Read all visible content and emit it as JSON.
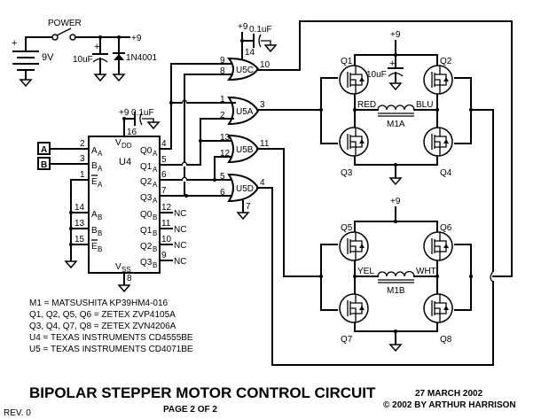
{
  "title": "BIPOLAR STEPPER MOTOR CONTROL CIRCUIT",
  "page": "PAGE 2 OF 2",
  "revision": "REV. 0",
  "date": "27 MARCH 2002",
  "copyright": "© 2002 BY ARTHUR HARRISON",
  "power": {
    "switch_label": "POWER",
    "battery_label": "9V",
    "battery_polarity": "+",
    "rail_label": "+9",
    "cap_label": "10uF",
    "cap_polarity": "+",
    "diode_label": "1N4001"
  },
  "inputs": {
    "a": "A",
    "b": "B"
  },
  "u4": {
    "name": "U4",
    "vdd": "V",
    "vdd_sub": "DD",
    "vss": "V",
    "vss_sub": "SS",
    "vdd_pin": "16",
    "vss_pin": "8",
    "decouple_rail": "+9",
    "decouple_cap": "0.1uF",
    "left_pins": [
      {
        "num": "2",
        "name": "A",
        "sub": "A",
        "bar": false
      },
      {
        "num": "3",
        "name": "B",
        "sub": "A",
        "bar": false
      },
      {
        "num": "1",
        "name": "E",
        "sub": "A",
        "bar": true
      },
      {
        "num": "14",
        "name": "A",
        "sub": "B",
        "bar": false
      },
      {
        "num": "13",
        "name": "B",
        "sub": "B",
        "bar": false
      },
      {
        "num": "15",
        "name": "E",
        "sub": "B",
        "bar": true
      }
    ],
    "right_pins": [
      {
        "num": "4",
        "name": "Q0",
        "sub": "A",
        "nc": ""
      },
      {
        "num": "5",
        "name": "Q1",
        "sub": "A",
        "nc": ""
      },
      {
        "num": "6",
        "name": "Q2",
        "sub": "A",
        "nc": ""
      },
      {
        "num": "7",
        "name": "Q3",
        "sub": "A",
        "nc": ""
      },
      {
        "num": "12",
        "name": "Q0",
        "sub": "B",
        "nc": "NC"
      },
      {
        "num": "11",
        "name": "Q1",
        "sub": "B",
        "nc": "NC"
      },
      {
        "num": "10",
        "name": "Q2",
        "sub": "B",
        "nc": "NC"
      },
      {
        "num": "9",
        "name": "Q3",
        "sub": "B",
        "nc": "NC"
      }
    ]
  },
  "u5": {
    "decouple_rail": "+9",
    "decouple_cap": "0.1uF",
    "vdd_pin": "14",
    "gnd_pin": "7",
    "gates": [
      {
        "name": "U5C",
        "in1": "9",
        "in2": "8",
        "out": "10"
      },
      {
        "name": "U5A",
        "in1": "1",
        "in2": "2",
        "out": "3"
      },
      {
        "name": "U5B",
        "in1": "13",
        "in2": "12",
        "out": "11"
      },
      {
        "name": "U5D",
        "in1": "5",
        "in2": "6",
        "out": "4"
      }
    ]
  },
  "bridge_a": {
    "rail": "+9",
    "cap": "10uF",
    "cap_polarity": "+",
    "transistors": [
      "Q1",
      "Q2",
      "Q3",
      "Q4"
    ],
    "left_wire": "RED",
    "right_wire": "BLU",
    "coil": "M1A"
  },
  "bridge_b": {
    "rail": "+9",
    "transistors": [
      "Q5",
      "Q6",
      "Q7",
      "Q8"
    ],
    "left_wire": "YEL",
    "right_wire": "WHT",
    "coil": "M1B"
  },
  "parts_list": [
    "M1 = MATSUSHITA KP39HM4-016",
    "Q1, Q2, Q5, Q6 = ZETEX ZVP4105A",
    "Q3, Q4, Q7, Q8 = ZETEX ZVN4206A",
    "U4 = TEXAS INSTRUMENTS CD4555BE",
    "U5 = TEXAS INSTRUMENTS CD4071BE"
  ]
}
